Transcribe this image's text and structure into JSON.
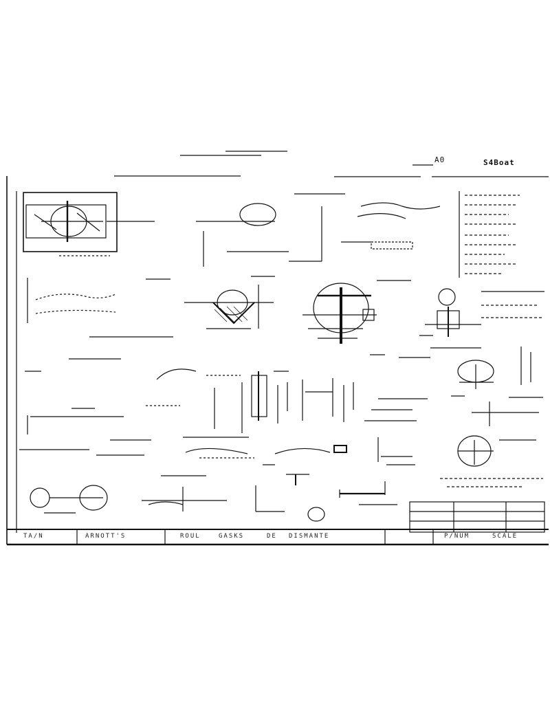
{
  "header": {
    "sheet_code": "A0",
    "sheet_label": "S4Boat"
  },
  "title_block": {
    "cell_1": "TA/N",
    "cell_2": "ARNOTT'S",
    "cell_3": "ROUL",
    "cell_4": "GASKS",
    "cell_5": "DE",
    "cell_6": "DISMANTE",
    "cell_7": "P/NUM",
    "cell_8": "SCALE"
  },
  "colors": {
    "ink": "#111111",
    "paper": "#ffffff"
  }
}
